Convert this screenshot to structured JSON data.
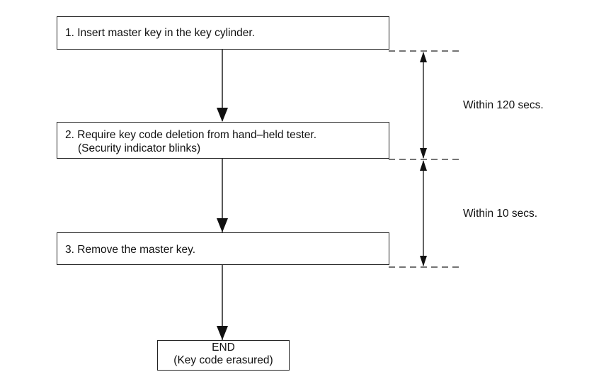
{
  "steps": [
    {
      "number": "1.",
      "text": "Insert master key in the key cylinder."
    },
    {
      "number": "2.",
      "text": "Require key code deletion from hand–held tester.",
      "subtext": "(Security indicator blinks)"
    },
    {
      "number": "3.",
      "text": "Remove the master key."
    }
  ],
  "end": {
    "title": "END",
    "subtitle": "(Key code erasured)"
  },
  "timing": [
    {
      "text": "Within 120 secs."
    },
    {
      "text": "Within 10 secs."
    }
  ]
}
